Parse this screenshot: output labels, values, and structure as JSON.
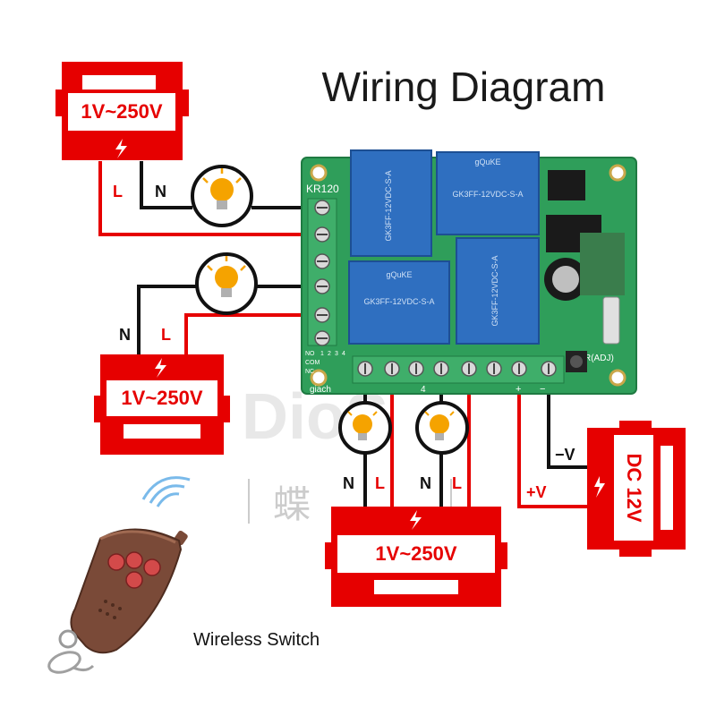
{
  "title": "Wiring Diagram",
  "sources": {
    "top_left": {
      "voltage": "1V~250V"
    },
    "mid_left": {
      "voltage": "1V~250V"
    },
    "bottom": {
      "voltage": "1V~250V"
    },
    "dc": {
      "voltage": "DC 12V"
    }
  },
  "wire_labels": {
    "live": "L",
    "neutral": "N",
    "dc_negative": "−V",
    "dc_positive": "+V"
  },
  "board": {
    "model": "KR120",
    "brand": "gQuKE",
    "relay_text": "GK3FF-12VDC-S-A",
    "bottom_text": "giach",
    "learn_label": "R(ADJ)",
    "side_labels": [
      "NO",
      "COM",
      "NC"
    ],
    "terminal_numbers": [
      "1",
      "2",
      "3",
      "4"
    ],
    "bottom_marks": [
      "+",
      "−"
    ]
  },
  "watermark": {
    "text": "DioS",
    "chinese": "蝶"
  },
  "caption": "Wireless Switch",
  "colors": {
    "live_wire": "#e60000",
    "neutral_wire": "#111111",
    "source_box": "#e60000",
    "board_green": "#2f9e5a",
    "relay_blue": "#2f6fc0",
    "bulb": "#f5a300",
    "remote": "#7a4a38"
  },
  "icons": [
    "lightning-bolt-icon",
    "light-bulb-icon",
    "wifi-signal-icon",
    "remote-control-icon"
  ]
}
